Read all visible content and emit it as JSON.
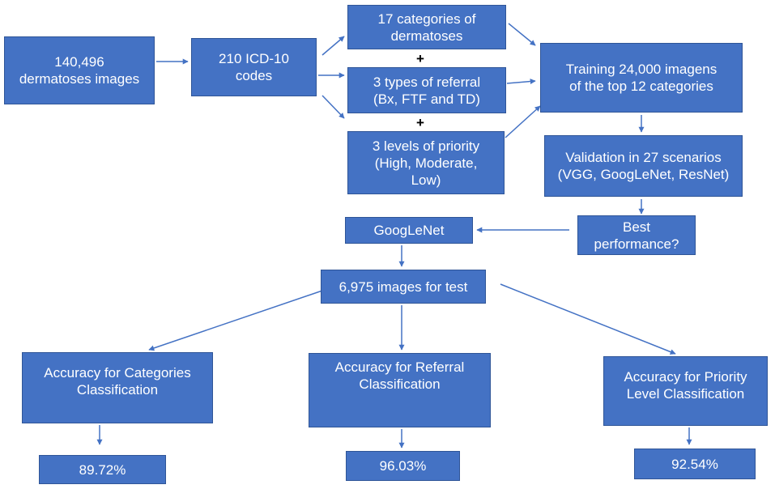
{
  "colors": {
    "box_fill": "#4472C4",
    "box_border": "#2F5597",
    "text": "#FFFFFF",
    "arrow": "#4472C4"
  },
  "nodes": {
    "images": {
      "lines": [
        "140,496",
        "dermatoses images"
      ]
    },
    "icd": {
      "lines": [
        "210 ICD-10",
        "codes"
      ]
    },
    "categories": {
      "lines": [
        "17 categories of",
        "dermatoses"
      ]
    },
    "referral": {
      "lines": [
        "3 types of referral",
        "(Bx, FTF and TD)"
      ]
    },
    "priority": {
      "lines": [
        "3 levels of priority",
        "(High, Moderate,",
        "Low)"
      ]
    },
    "training": {
      "lines": [
        "Training 24,000 imagens",
        "of the top 12 categories"
      ]
    },
    "validation": {
      "lines": [
        "Validation in 27 scenarios",
        "(VGG, GoogLeNet, ResNet)"
      ]
    },
    "best": {
      "lines": [
        "Best",
        "performance?"
      ]
    },
    "googlenet": {
      "lines": [
        "GoogLeNet"
      ]
    },
    "test": {
      "lines": [
        "6,975 images for test"
      ]
    },
    "acc_categories": {
      "lines": [
        "Accuracy for Categories",
        "Classification"
      ]
    },
    "acc_referral": {
      "lines": [
        "Accuracy for Referral",
        "Classification"
      ]
    },
    "acc_priority": {
      "lines": [
        "Accuracy for Priority",
        "Level Classification"
      ]
    },
    "res_categories": {
      "lines": [
        "89.72%"
      ]
    },
    "res_referral": {
      "lines": [
        "96.03%"
      ]
    },
    "res_priority": {
      "lines": [
        "92.54%"
      ]
    }
  },
  "connectors": {
    "plus": "+"
  }
}
